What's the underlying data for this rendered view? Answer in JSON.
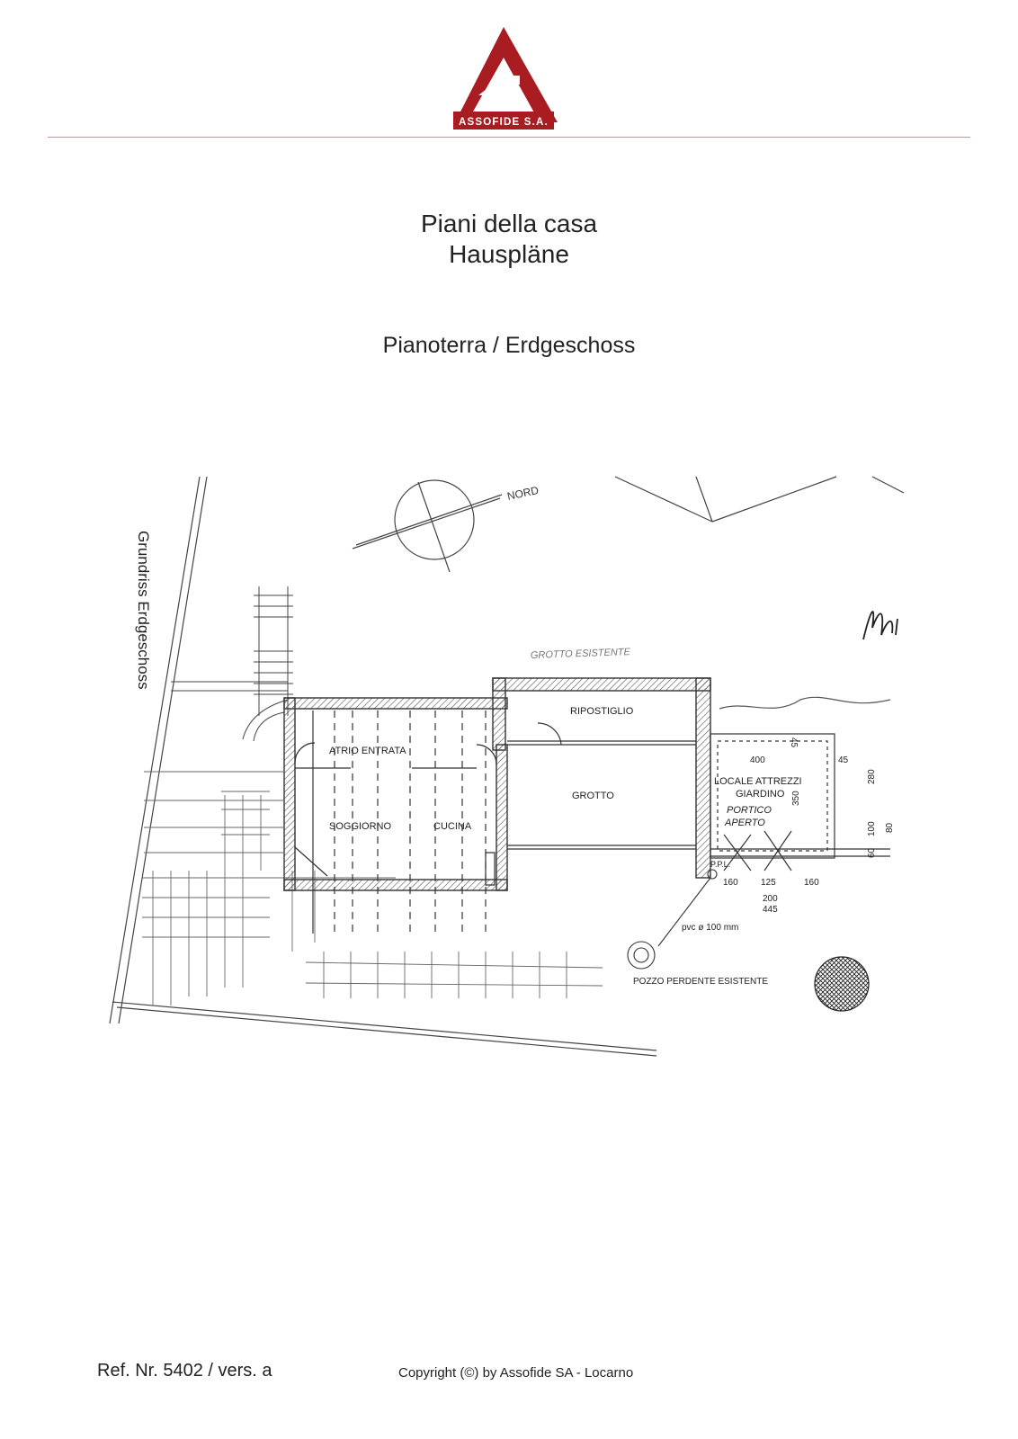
{
  "header": {
    "logo_text": "ASSOFIDE S.A.",
    "brand_color": "#a81c22",
    "rule_color": "#b79a93"
  },
  "document": {
    "title_line1": "Piani della casa",
    "title_line2": "Hauspläne",
    "subtitle": "Pianoterra / Erdgeschoss"
  },
  "floorplan": {
    "vertical_caption": "Grundriss Erdgeschoss",
    "north_label": "NORD",
    "existing_grotto_label": "GROTTO ESISTENTE",
    "rooms": {
      "ripostiglio": "RIPOSTIGLIO",
      "atrio": "ATRIO ENTRATA",
      "grotto": "GROTTO",
      "soggiorno": "SOGGIORNO",
      "cucina": "CUCINA",
      "locale_line1": "LOCALE ATTREZZI",
      "locale_line2": "GIARDINO",
      "portico_line1": "PORTICO",
      "portico_line2": "APERTO"
    },
    "dimensions": {
      "d400": "400",
      "d45a": "45",
      "d45b": "45",
      "d280": "280",
      "d350": "350",
      "d100": "100",
      "d80": "80",
      "d60": "60",
      "ppl": "P.P.L.",
      "d160a": "160",
      "d125": "125",
      "d160b": "160",
      "d200": "200",
      "d445": "445"
    },
    "pipe_label": "pvc ø 100 mm",
    "well_label": "POZZO PERDENTE ESISTENTE"
  },
  "footer": {
    "reference": "Ref. Nr. 5402 / vers. a",
    "copyright": "Copyright (©) by Assofide SA - Locarno"
  }
}
